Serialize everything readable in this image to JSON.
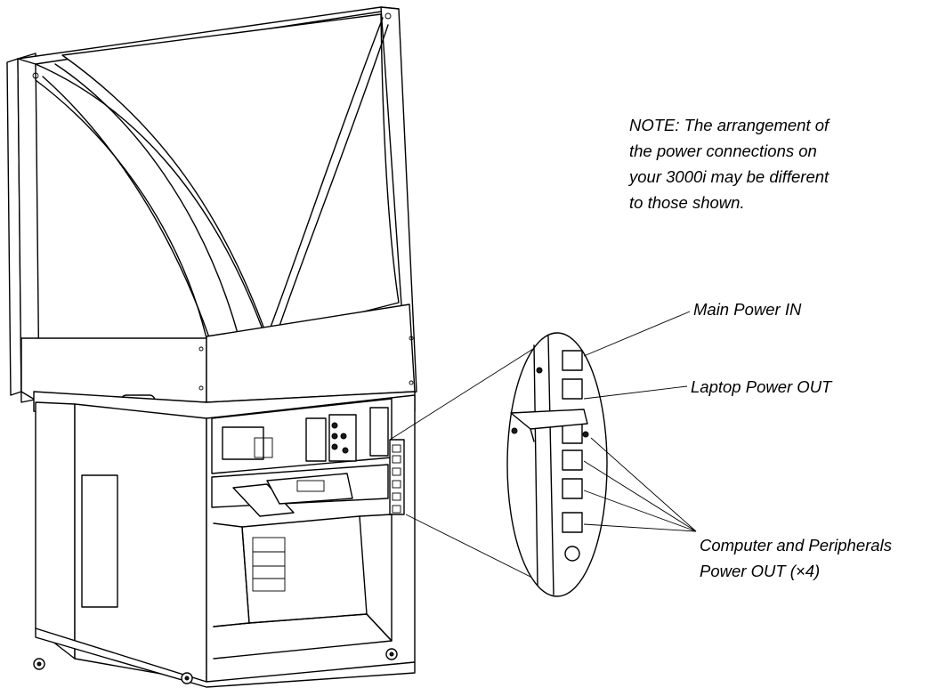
{
  "diagram": {
    "note_lines": [
      "NOTE: The arrangement of",
      "the power connections on",
      "your 3000i may be different",
      "to those shown."
    ],
    "callouts": {
      "main_power_in": "Main Power IN",
      "laptop_power_out": "Laptop Power OUT",
      "peripherals_line1": "Computer and Peripherals",
      "peripherals_line2": "Power OUT (×4)"
    }
  }
}
